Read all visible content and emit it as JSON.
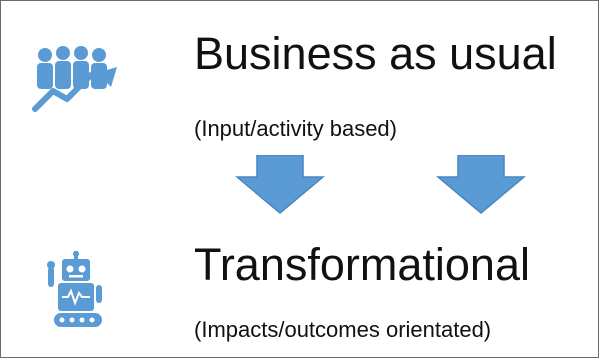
{
  "colors": {
    "accent": "#5b9bd5",
    "accent_stroke": "#4a86bf",
    "text": "#111111",
    "border": "#6b6b6b"
  },
  "icons": {
    "top": "people-growth-icon",
    "bottom": "robot-icon"
  },
  "top_section": {
    "heading": "Business as usual",
    "subtitle": "(Input/activity based)"
  },
  "bottom_section": {
    "heading": "Transformational",
    "subtitle": "(Impacts/outcomes orientated)"
  }
}
